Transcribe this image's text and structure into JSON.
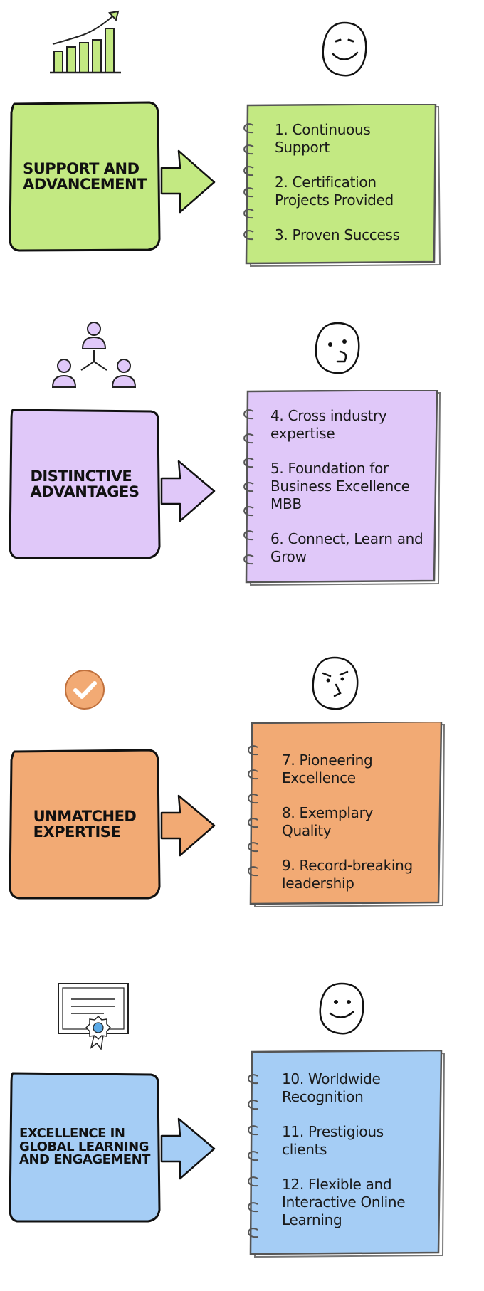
{
  "sections": [
    {
      "title": "SUPPORT AND\nADVANCEMENT",
      "top_icon": "bar-chart-growth-icon",
      "face": "smiling-face-icon",
      "color": "#c3e982",
      "items": [
        "1. Continuous\nSupport",
        "2. Certification\nProjects Provided",
        "3. Proven Success"
      ]
    },
    {
      "title": "DISTINCTIVE\nADVANTAGES",
      "top_icon": "team-network-icon",
      "face": "skeptical-face-icon",
      "color": "#e0c8f9",
      "items": [
        "4. Cross industry\nexpertise",
        "5. Foundation for\nBusiness Excellence\nMBB",
        "6. Connect, Learn and\nGrow"
      ]
    },
    {
      "title": "UNMATCHED\nEXPERTISE",
      "top_icon": "check-badge-icon",
      "face": "frowning-face-icon",
      "color": "#f2aa74",
      "items": [
        "7. Pioneering\nExcellence",
        "8. Exemplary\nQuality",
        "9. Record-breaking\nleadership"
      ]
    },
    {
      "title": "EXCELLENCE IN\nGLOBAL LEARNING\nAND ENGAGEMENT",
      "top_icon": "certificate-icon",
      "face": "content-face-icon",
      "color": "#a5cdf5",
      "items": [
        "10. Worldwide\nRecognition",
        "11. Prestigious\nclients",
        "12. Flexible and\nInteractive Online\nLearning"
      ]
    }
  ]
}
